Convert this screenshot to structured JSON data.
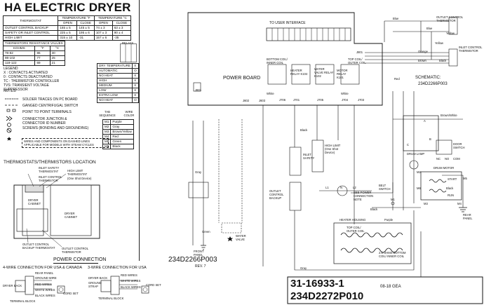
{
  "title": "HA ELECTRIC DRYER",
  "thermostat_table": {
    "headers": [
      "THERMOSTAT",
      "TEMPERATURE °F",
      "TEMPERATURE °C",
      "OPEN",
      "CLOSE",
      "OPEN",
      "CLOSE"
    ],
    "rows": [
      [
        "OUTLET CONTROL BACKUP",
        "165 ± 5",
        "145 ± 5",
        "74 ± 3",
        "63 ± 3"
      ],
      [
        "SAFETY OR INLET CONTROL",
        "225 ± 5",
        "195 ± 6",
        "107 ± 3",
        "90 ± 4"
      ],
      [
        "HIGH LIMIT",
        "315 ± 10",
        "-31",
        "157 ± 6",
        "-35"
      ]
    ]
  },
  "thermistor_table": {
    "header": "THERMISTORS RESISTANCE VALUES",
    "cols": [
      "KOHMS",
      "°F",
      "°C"
    ],
    "rows": [
      [
        "78-82",
        "86",
        "30"
      ],
      [
        "98-102",
        "77",
        "25"
      ],
      [
        "118-122",
        "69",
        "21"
      ]
    ]
  },
  "legend": {
    "header": "LEGEND",
    "items": [
      "X : CONTACTS ACTIVATED",
      "0 : CONTACTS DEACTIVATED",
      "TC : THERMISTOR CONTROLLER",
      "TVS: TRANSIENT VOLTAGE SUPPRESSOR"
    ]
  },
  "notes": {
    "header": "NOTES:",
    "items": [
      "SOLDER TRACES ON PC BOARD",
      "GANGED CENTRIFUGAL SWITCH",
      "POINT TO POINT TERMINALS",
      "CONNECTOR JUNCTION &",
      "CONNECTOR ID NUMBER",
      "SCREWS (BONDING AND GROUNDING)"
    ],
    "dashed_note": "WIRES AND COMPONENTS ON DASHED LINES APPLICABLE FOR MODELS WITH STEAM CYCLES"
  },
  "relays_table": {
    "header": "RELAYS",
    "col_labels": [
      "DRY TEMPERATURE",
      "AUTOMATIC",
      "NO HEAT",
      "HIGH",
      "MEDIUM",
      "LOW",
      "EXTRA LOW",
      "NO HEAT"
    ],
    "marks": [
      "X",
      "O",
      "X",
      "X",
      "X",
      "X",
      "X",
      "O"
    ]
  },
  "wire_color_table": {
    "h1": "TAB SEQUENCE",
    "h2": "WIRE COLOR",
    "rows": [
      [
        "M1",
        "Purple"
      ],
      [
        "M2",
        "Gray"
      ],
      [
        "M3",
        "Brown/Yellow"
      ],
      [
        "M4",
        "Red"
      ],
      [
        "M5",
        "Green"
      ],
      [
        "M6",
        "Black"
      ]
    ]
  },
  "thermostats_location": {
    "header": "THERMOSTATS/THERMISTORS LOCATION",
    "labels": [
      "INLET SAFETY THERMOSTAT",
      "INLET CONTROL THERMISTOR",
      "HIGH LIMIT THERMOSTAT",
      "(One Shot Device)",
      "DRYER CABINET",
      "DRYER CABINET",
      "OUTLET CONTROL BACKUP THERMOSTAT",
      "OUTLET CONTROL THERMISTOR"
    ]
  },
  "power_connection": {
    "header": "POWER CONNECTION",
    "four_wire": "4-WIRE CONNECTION FOR USA & CANADA",
    "three_wire": "3-WIRE CONNECTION FOR USA",
    "labels": [
      "DRYER BACK",
      "REAR PANEL",
      "GROUND WIRE",
      "RED WIRES",
      "WHITE WIRES",
      "BLACK WIRES",
      "CORD SET",
      "TERMINAL BLOCK",
      "DRYER BACK",
      "GROUND STRAP",
      "RED WIRES",
      "WHITE WIRES",
      "BLACK WIRES",
      "CORD SET",
      "TERMINAL BLOCK"
    ]
  },
  "schematic": {
    "user_interface": "TO USER INTERFACE",
    "power_board": "POWER BOARD",
    "relays": [
      "BOTTOM COIL/ INNER COIL",
      "HEATER RELAY K104",
      "WATER VALVE RELAY K102",
      "MOTOR RELAY K101",
      "TOP COIL/ OUTER COIL"
    ],
    "connectors": [
      "J601",
      "J602",
      "J603",
      "J701",
      "J705",
      "J704",
      "J703",
      "J706",
      "J801"
    ],
    "schematic_id": "SCHEMATIC:",
    "schematic_num": "234D2266P003",
    "outlet_thermistor": "OUTLET CONTROL THERMISTOR",
    "inlet_thermistor": "INLET CONTROL THERMISTOR",
    "components": [
      "INLET SAFETY",
      "HIGH LIMIT (One Shot Device)",
      "OUTLET CONTROL BACKUP",
      "SEE POWER CONNECTION NOTE",
      "HEATER HOUSING",
      "TOP COIL/ OUTER COIL",
      "2.6 OHMS BOTTOM COIL/ INNER COIL",
      "DRUM LAMP",
      "DOOR SWITCH",
      "BELT SWITCH",
      "DRUM MOTOR",
      "START",
      "RUN",
      "REAR PANEL",
      "WATER VALVE",
      "FRONT PANEL"
    ],
    "wire_colors": [
      "Blue",
      "Blue",
      "Yellow",
      "Yellow",
      "Orange",
      "Black",
      "Brown",
      "White",
      "White",
      "Black",
      "Brown/White",
      "Red",
      "Gray",
      "Purple",
      "Green",
      "Black",
      "Black",
      "Gray"
    ],
    "terminals": [
      "L1",
      "N",
      "L2",
      "M1",
      "M2",
      "M3",
      "M4",
      "M5",
      "M6",
      "A",
      "B",
      "C",
      "NC",
      "NO",
      "COM"
    ]
  },
  "rev_block": {
    "part": "234D2266P003",
    "rev": "REV. 7"
  },
  "title_block": {
    "number1": "31-16933-1",
    "date": "08-18 GEA",
    "number2": "234D2272P010"
  }
}
